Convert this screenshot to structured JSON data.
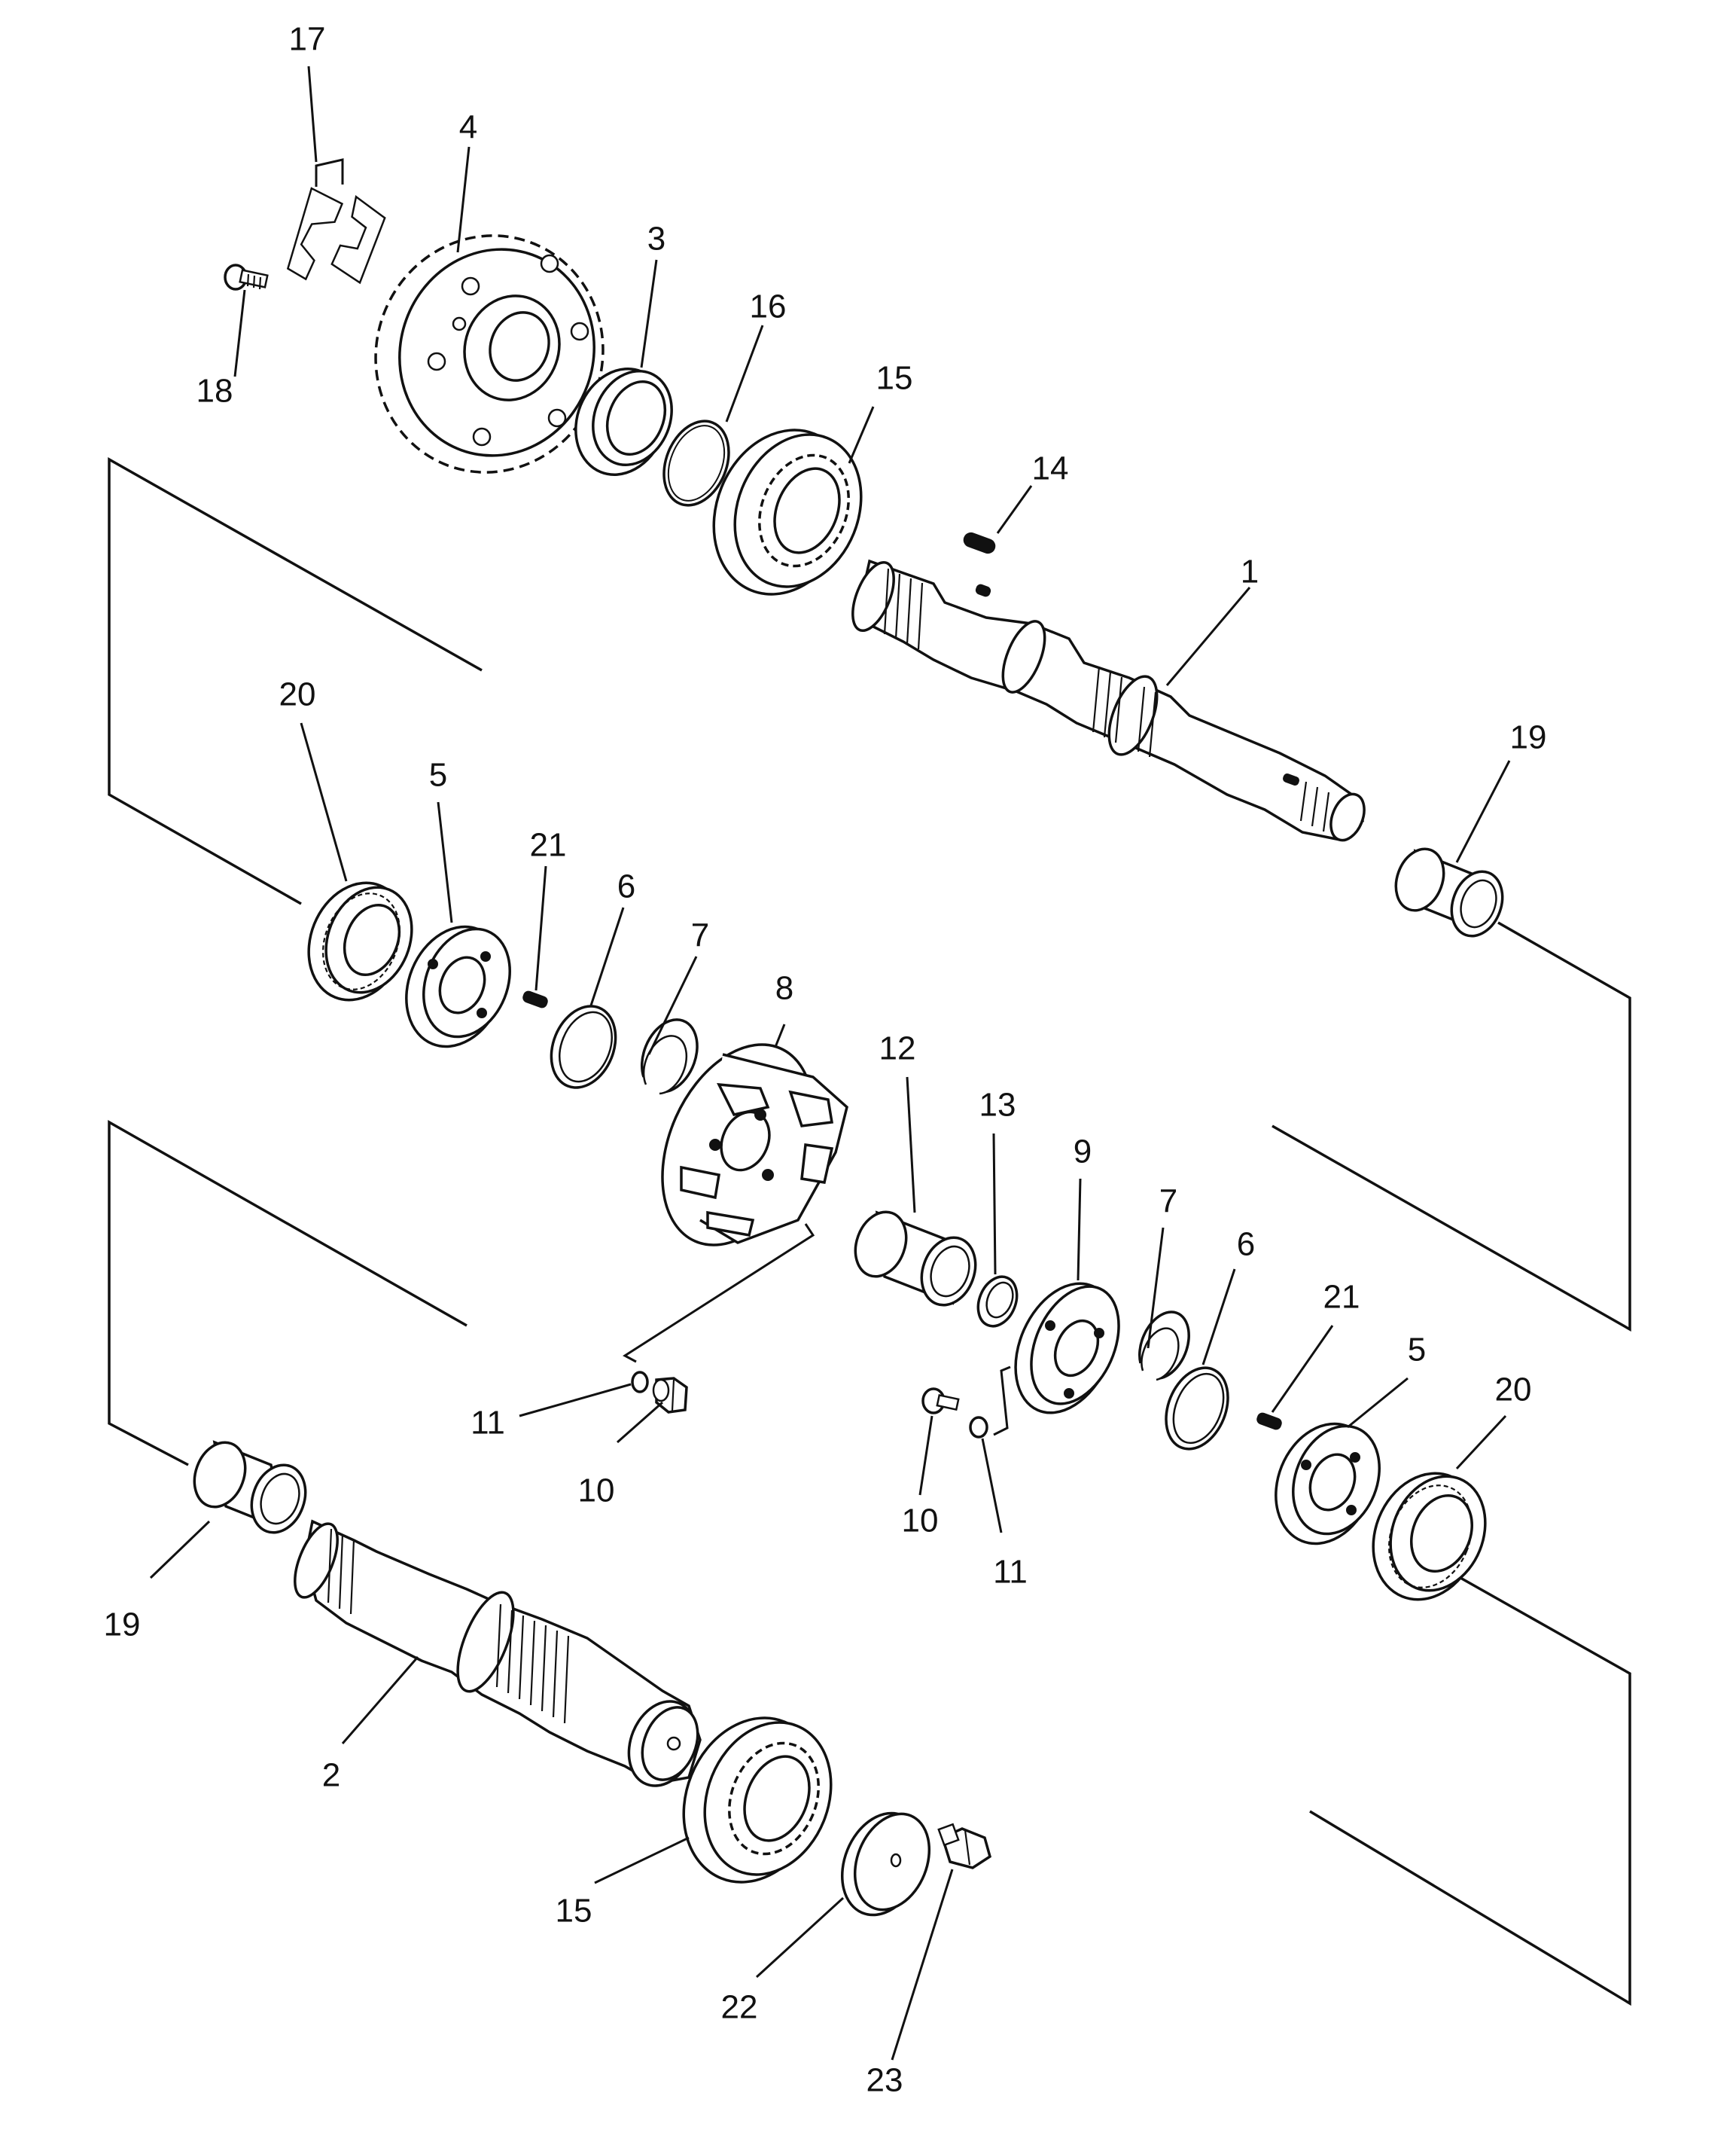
{
  "callouts": [
    {
      "id": "c17",
      "label": "17"
    },
    {
      "id": "c4",
      "label": "4"
    },
    {
      "id": "c3",
      "label": "3"
    },
    {
      "id": "c16",
      "label": "16"
    },
    {
      "id": "c15a",
      "label": "15"
    },
    {
      "id": "c18",
      "label": "18"
    },
    {
      "id": "c14",
      "label": "14"
    },
    {
      "id": "c1",
      "label": "1"
    },
    {
      "id": "c19a",
      "label": "19"
    },
    {
      "id": "c20a",
      "label": "20"
    },
    {
      "id": "c5a",
      "label": "5"
    },
    {
      "id": "c21a",
      "label": "21"
    },
    {
      "id": "c6a",
      "label": "6"
    },
    {
      "id": "c7a",
      "label": "7"
    },
    {
      "id": "c8",
      "label": "8"
    },
    {
      "id": "c12",
      "label": "12"
    },
    {
      "id": "c13",
      "label": "13"
    },
    {
      "id": "c9",
      "label": "9"
    },
    {
      "id": "c7b",
      "label": "7"
    },
    {
      "id": "c6b",
      "label": "6"
    },
    {
      "id": "c21b",
      "label": "21"
    },
    {
      "id": "c5b",
      "label": "5"
    },
    {
      "id": "c20b",
      "label": "20"
    },
    {
      "id": "c11a",
      "label": "11"
    },
    {
      "id": "c10a",
      "label": "10"
    },
    {
      "id": "c10b",
      "label": "10"
    },
    {
      "id": "c11b",
      "label": "11"
    },
    {
      "id": "c19b",
      "label": "19"
    },
    {
      "id": "c2",
      "label": "2"
    },
    {
      "id": "c15b",
      "label": "15"
    },
    {
      "id": "c22",
      "label": "22"
    },
    {
      "id": "c23",
      "label": "23"
    }
  ]
}
